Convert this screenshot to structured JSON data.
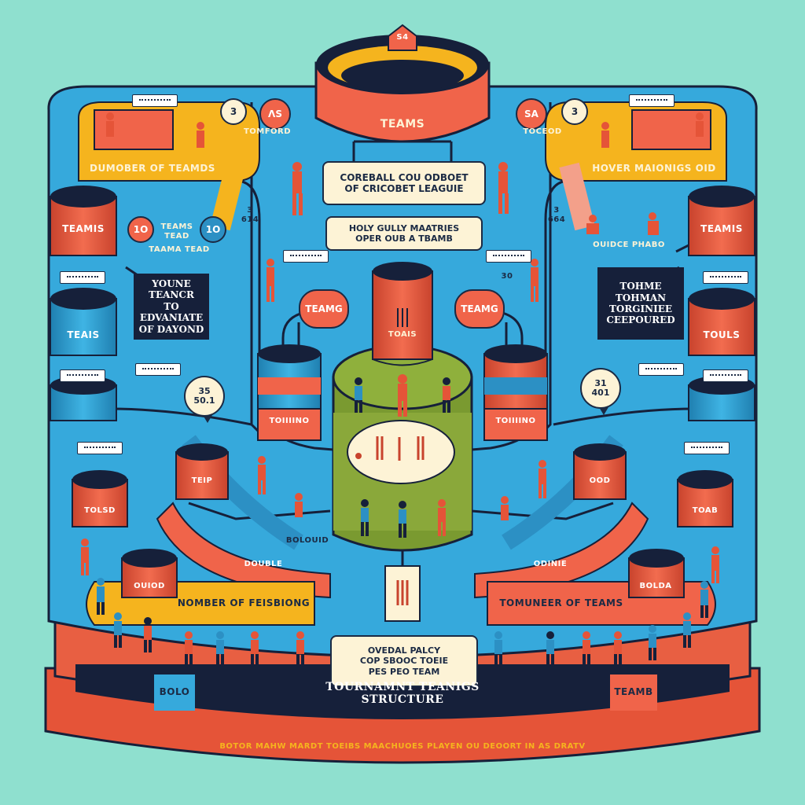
{
  "stadium": {
    "badge": "S4",
    "label": "TEAMS"
  },
  "cards": {
    "top": "COREBALL COU ODBOET\nOF CRICOBET LEAGUIE",
    "second": "HOLY GULLY MAATRIES\nOPER OUB A TBAMB",
    "bottom": "OVEDAL PALCY\nCOP SBOOC TOEIE\nPES PEO TEAM"
  },
  "left": {
    "ribbon": "DUMOBER OF TEAMDS",
    "circle_a": "3",
    "circle_b": "ΛS",
    "circle_caption": "TOMFORD",
    "tier_teams": "TEAMIS",
    "small_circle_a": "1O",
    "small_circle_b": "1O",
    "small_caption": "TEAMS TEAD",
    "small_caption2": "TAAMA TEAD",
    "dark_box": "YOUNE\nTEANCR\nTO EDVANIATE\nOF DAYOND",
    "tier_teios": "TEAIS",
    "bubble": "35\n50.1",
    "count_small": "3\n614",
    "tier_lower": "TOLSD",
    "tier_outer": "OUIOD",
    "stripe": "BOLOUID",
    "ribbon_lower": "NOMBER OF FEISBIONG",
    "lower_ribbon2": "DOUBLE",
    "small_label": "TEIP"
  },
  "right": {
    "ribbon": "HOVER MAIONIGS OID",
    "circle_a": "SA",
    "circle_b": "3",
    "circle_caption": "TOCEOD",
    "tier_teams": "TEAMIS",
    "caption": "OUIDCE PHABO",
    "count_small": "3\n664",
    "dark_box": "TOHME\nTOHMAN\nTORGINIEE\nCEEPOURED",
    "tier_touls": "TOULS",
    "bubble": "31\n401",
    "tier_lower": "TOAB",
    "tier_outer": "BOLDA",
    "stripe": "ODINIE",
    "ribbon_lower": "TOMUNEER OF TEAMS",
    "small_label": "OOD"
  },
  "center": {
    "node_left": "TEAMG",
    "node_right": "TEAMG",
    "left_stand": "TOIIIINO",
    "right_stand": "TOIIIINO",
    "pillar": "TOAIS",
    "stat_left": "30"
  },
  "base": {
    "left_tab": "BOLO",
    "title": "TOURNAMNT TEANIGS\nSTRUCTURE",
    "right_tab": "TEAMB",
    "footer": "BOTOR MAHW MARDT TOEIBS MAACHUOES PLAYEN OU DEOORT IN AS DRATV"
  },
  "colors": {
    "background": "#8fe0cf",
    "arena": "#36a9dc",
    "coral": "#f0644a",
    "gold": "#f5b41e",
    "navy": "#16203a",
    "field": "#8aa83a",
    "cream": "#fdf3d6"
  }
}
